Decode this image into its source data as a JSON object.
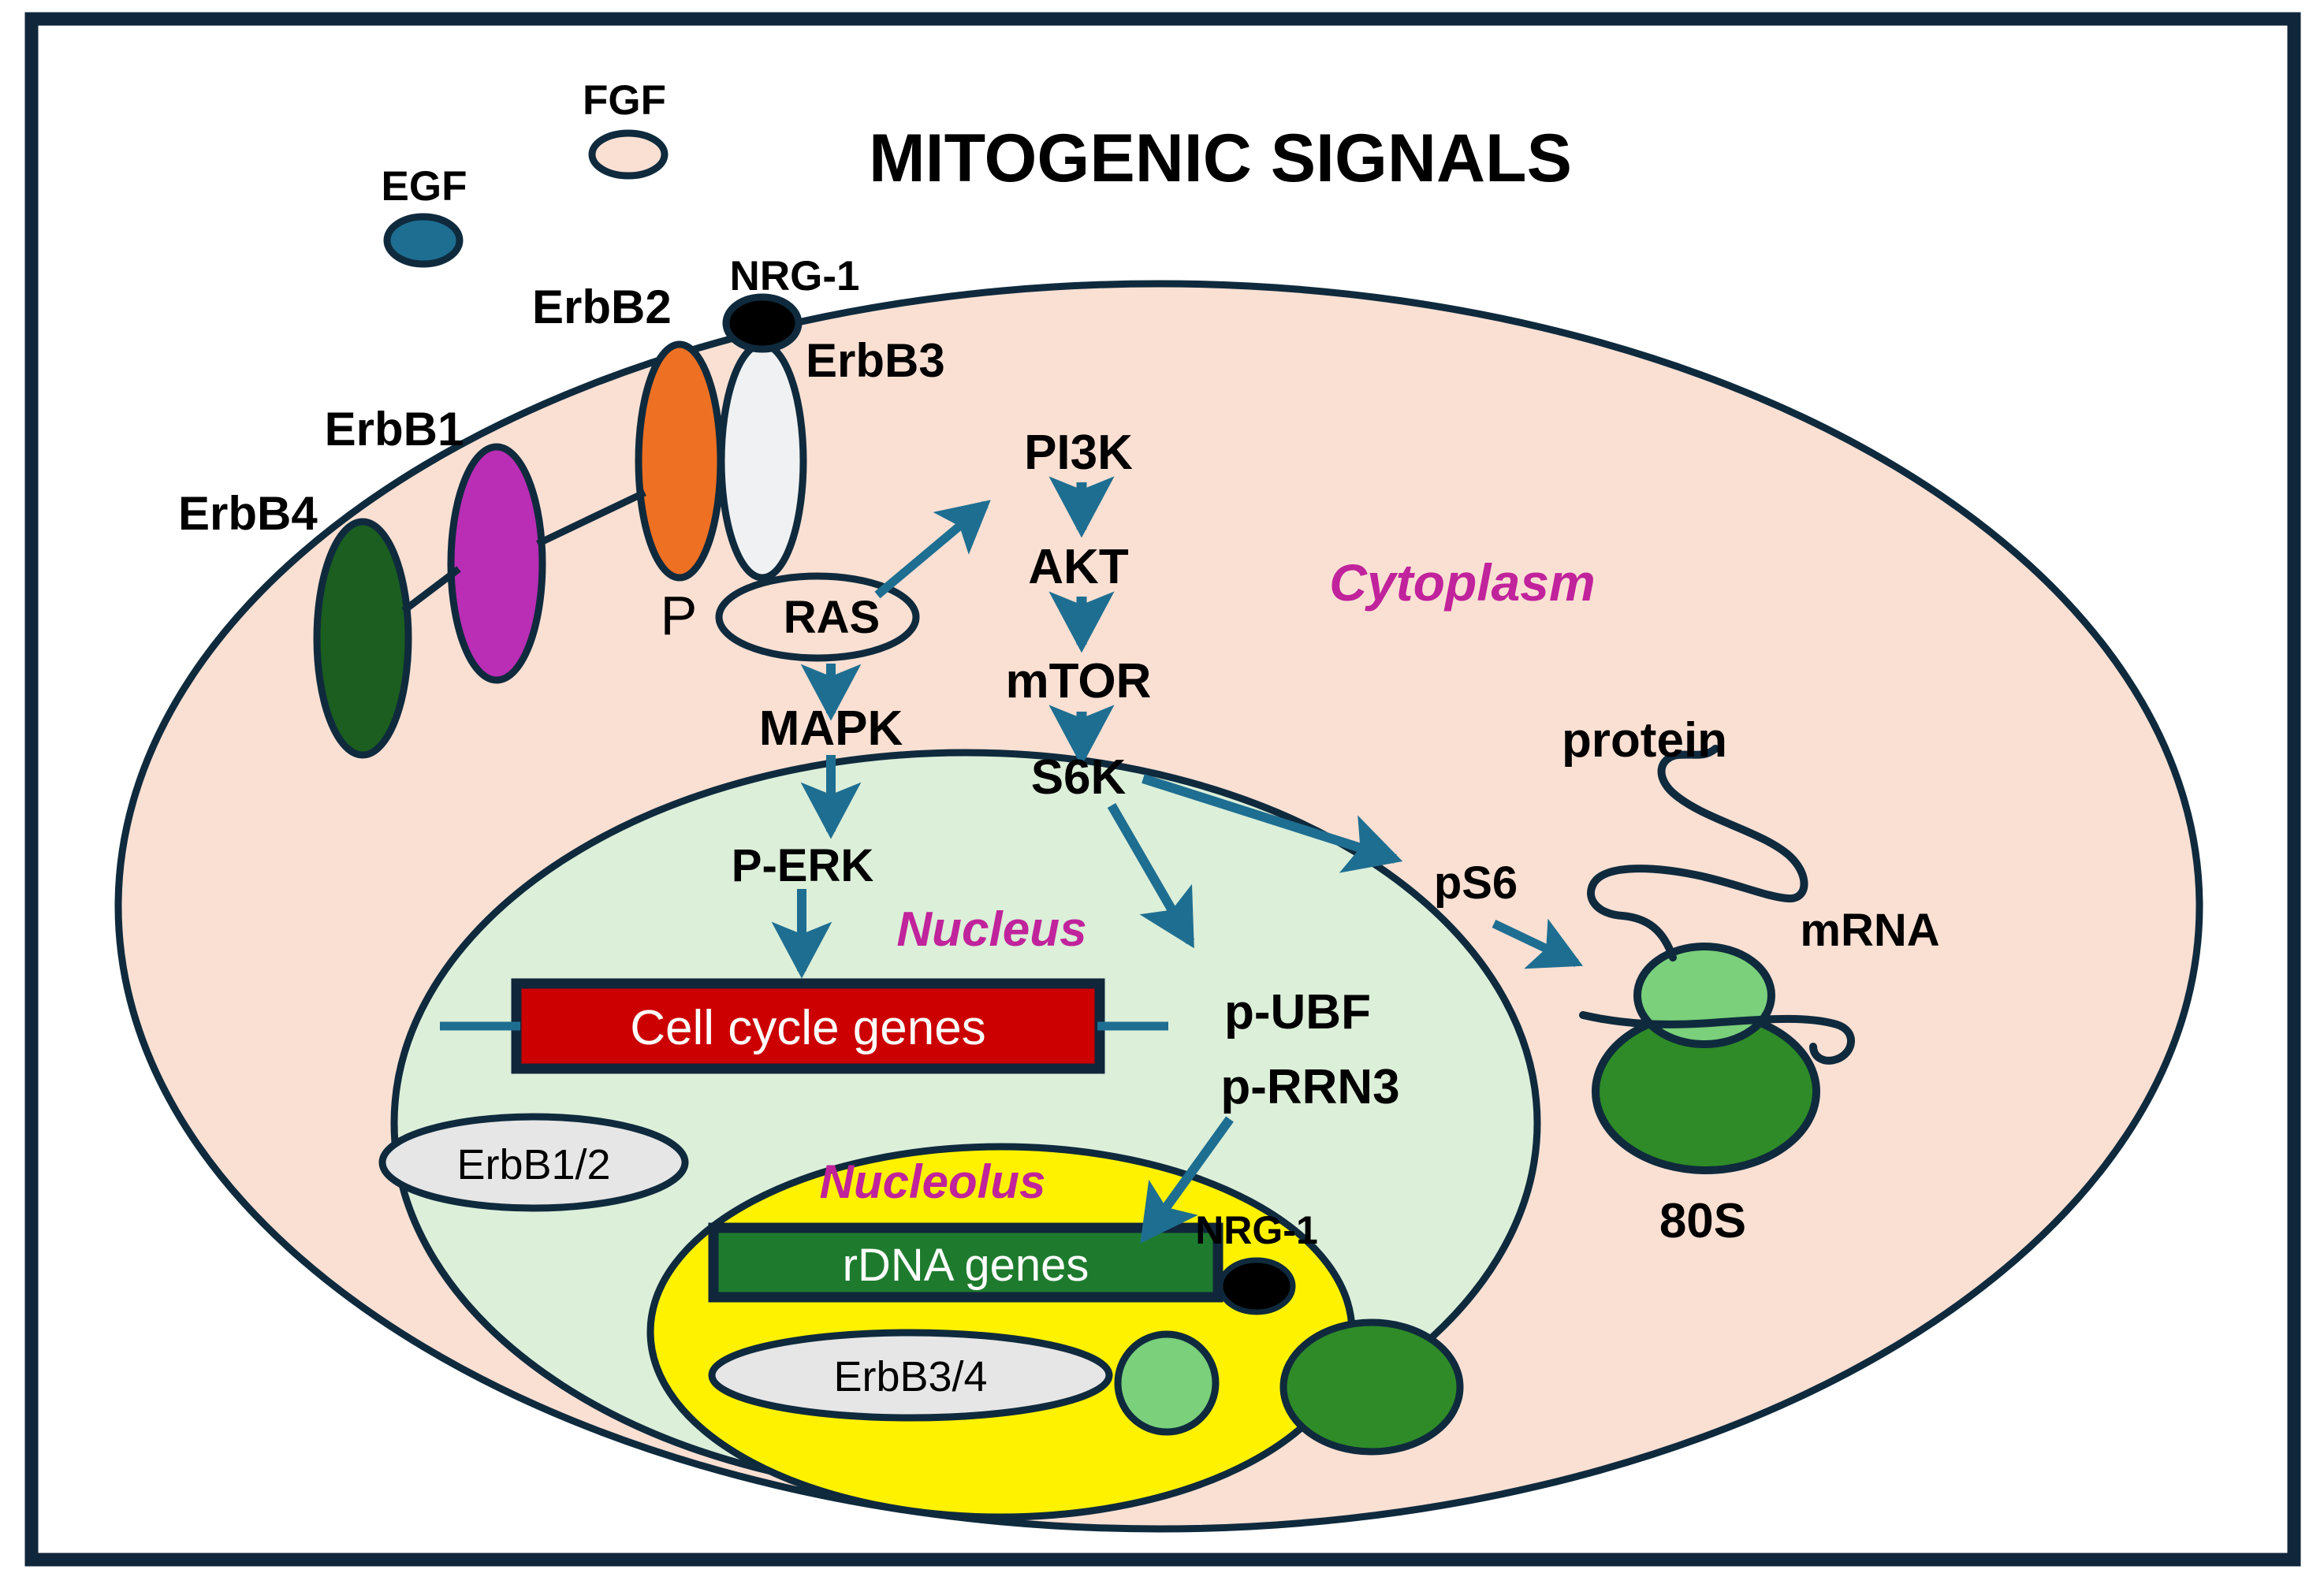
{
  "figure": {
    "title": "MITOGENIC SIGNALS",
    "type": "biological-signaling-pathway-diagram"
  },
  "colors": {
    "frame_border": "#10263A",
    "outline": "#0F2A3D",
    "cytoplasm_fill": "#FAE0D3",
    "nucleus_fill": "#DCEFD9",
    "nucleolus_fill": "#FFF200",
    "arrow_teal": "#1E6E91",
    "compartment_label": "#C0239B",
    "cell_cycle_box": "#CC0000",
    "rdna_box": "#1E7B2E",
    "erbb1": "#BA2DB5",
    "erbb2": "#EE7023",
    "erbb3": "#EFF1F2",
    "erbb4": "#1B5E20",
    "egf": "#1E6E91",
    "fgf": "#FAE0D3",
    "nrg1": "#000000",
    "ribosome_small": "#7BD07B",
    "ribosome_large": "#2E8B27",
    "receptor_nuclear_fill": "#E6E6E6"
  },
  "ligands": [
    {
      "id": "egf",
      "label": "EGF"
    },
    {
      "id": "fgf",
      "label": "FGF"
    },
    {
      "id": "nrg1-membrane",
      "label": "NRG-1"
    }
  ],
  "receptors": [
    {
      "id": "erbb4",
      "label": "ErbB4"
    },
    {
      "id": "erbb1",
      "label": "ErbB1"
    },
    {
      "id": "erbb2",
      "label": "ErbB2"
    },
    {
      "id": "erbb3",
      "label": "ErbB3"
    }
  ],
  "compartments": [
    {
      "id": "cytoplasm",
      "label": "Cytoplasm"
    },
    {
      "id": "nucleus",
      "label": "Nucleus"
    },
    {
      "id": "nucleolus",
      "label": "Nucleolus"
    }
  ],
  "nodes": {
    "phospho": "P",
    "ras": "RAS",
    "mapk": "MAPK",
    "perk": "P-ERK",
    "pi3k": "PI3K",
    "akt": "AKT",
    "mtor": "mTOR",
    "s6k": "S6K",
    "ps6": "pS6",
    "pubf": "p-UBF",
    "prrn3": "p-RRN3",
    "protein": "protein",
    "mrna": "mRNA",
    "ribosome_80s": "80S",
    "nrg1_nucleolar": "NRG-1"
  },
  "gene_boxes": [
    {
      "id": "cell-cycle-genes",
      "label": "Cell cycle genes",
      "fill": "#CC0000"
    },
    {
      "id": "rdna-genes",
      "label": "rDNA genes",
      "fill": "#1E7B2E"
    }
  ],
  "nuclear_receptors": [
    {
      "id": "erbb1-2-nuclear",
      "label": "ErbB1/2"
    },
    {
      "id": "erbb3-4-nucleolar",
      "label": "ErbB3/4"
    }
  ],
  "pathway_edges": [
    {
      "from": "RAS",
      "to": "PI3K",
      "style": "arrow"
    },
    {
      "from": "PI3K",
      "to": "AKT",
      "style": "arrow"
    },
    {
      "from": "AKT",
      "to": "mTOR",
      "style": "arrow"
    },
    {
      "from": "mTOR",
      "to": "S6K",
      "style": "arrow"
    },
    {
      "from": "RAS",
      "to": "MAPK",
      "style": "arrow"
    },
    {
      "from": "MAPK",
      "to": "P-ERK",
      "style": "arrow"
    },
    {
      "from": "P-ERK",
      "to": "Cell cycle genes",
      "style": "arrow"
    },
    {
      "from": "S6K",
      "to": "pS6",
      "style": "arrow"
    },
    {
      "from": "S6K",
      "to": "p-UBF / p-RRN3",
      "style": "arrow"
    },
    {
      "from": "pS6",
      "to": "80S ribosome",
      "style": "arrow"
    },
    {
      "from": "p-UBF / p-RRN3",
      "to": "rDNA genes",
      "style": "arrow"
    }
  ]
}
